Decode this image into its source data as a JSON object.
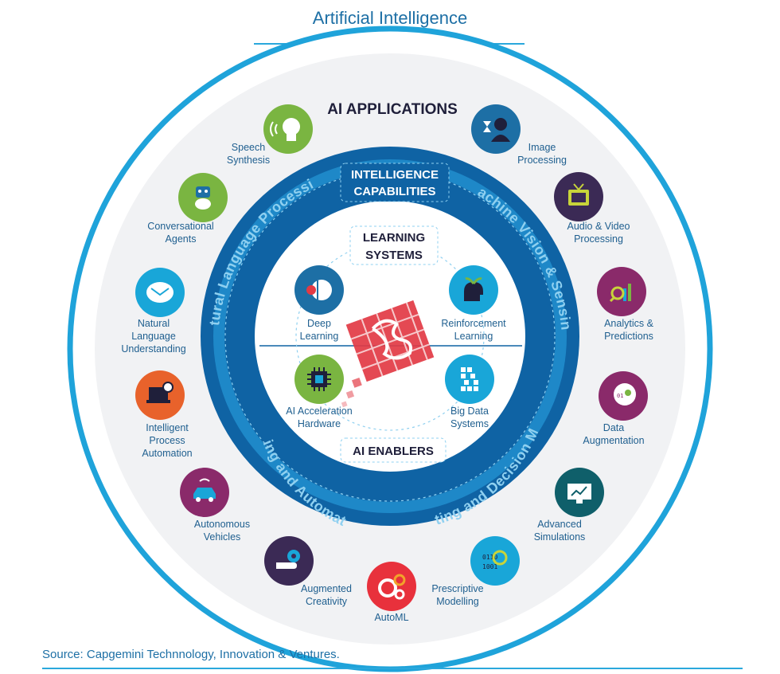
{
  "title": "Artificial Intelligence",
  "source": "Source: Capgemini Technnology, Innovation & Ventures.",
  "headers": {
    "applications": "AI APPLICATIONS",
    "capabilities": [
      "INTELLIGENCE",
      "CAPABILITIES"
    ],
    "learning": [
      "LEARNING",
      "SYSTEMS"
    ],
    "enablers": "AI ENABLERS"
  },
  "capabilities": {
    "nlp": "Natural Language Processing",
    "vision": "Machine Vision & Sensing",
    "acting": "Acting and Automating",
    "predicting": "Predicting and Decision Making"
  },
  "core": [
    {
      "key": "deep",
      "lines": [
        "Deep",
        "Learning"
      ],
      "icon": "brain-gear-icon",
      "color": "#1d6fa5"
    },
    {
      "key": "reinforcement",
      "lines": [
        "Reinforcement",
        "Learning"
      ],
      "icon": "head-plant-icon",
      "color": "#19a6d8"
    },
    {
      "key": "acceleration",
      "lines": [
        "AI Acceleration",
        "Hardware"
      ],
      "icon": "chip-icon",
      "color": "#7ab541"
    },
    {
      "key": "bigdata",
      "lines": [
        "Big Data",
        "Systems"
      ],
      "icon": "data-blocks-icon",
      "color": "#19a6d8"
    }
  ],
  "applications": [
    {
      "key": "speech",
      "lines": [
        "Speech",
        "Synthesis"
      ],
      "icon": "speaking-head-icon",
      "color": "#7ab541"
    },
    {
      "key": "image",
      "lines": [
        "Image",
        "Processing"
      ],
      "icon": "person-hourglass-icon",
      "color": "#1d6fa5"
    },
    {
      "key": "conversational",
      "lines": [
        "Conversational",
        "Agents"
      ],
      "icon": "robot-icon",
      "color": "#7ab541"
    },
    {
      "key": "audio",
      "lines": [
        "Audio & Video",
        "Processing"
      ],
      "icon": "tv-icon",
      "color": "#3b2a55"
    },
    {
      "key": "nlu",
      "lines": [
        "Natural",
        "Language",
        "Understanding"
      ],
      "icon": "envelope-icon",
      "color": "#19a6d8"
    },
    {
      "key": "analytics",
      "lines": [
        "Analytics &",
        "Predictions"
      ],
      "icon": "magnifier-chart-icon",
      "color": "#8a2a6a"
    },
    {
      "key": "ipa",
      "lines": [
        "Intelligent",
        "Process",
        "Automation"
      ],
      "icon": "laptop-gear-icon",
      "color": "#e8622b"
    },
    {
      "key": "augmentation",
      "lines": [
        "Data",
        "Augmentation"
      ],
      "icon": "head-binary-icon",
      "color": "#8a2a6a"
    },
    {
      "key": "autonomous",
      "lines": [
        "Autonomous",
        "Vehicles"
      ],
      "icon": "car-icon",
      "color": "#8a2a6a"
    },
    {
      "key": "simulations",
      "lines": [
        "Advanced",
        "Simulations"
      ],
      "icon": "monitor-graph-icon",
      "color": "#0f5f6a"
    },
    {
      "key": "creativity",
      "lines": [
        "Augmented",
        "Creativity"
      ],
      "icon": "hand-gear-icon",
      "color": "#3b2a55"
    },
    {
      "key": "prescriptive",
      "lines": [
        "Prescriptive",
        "Modelling"
      ],
      "icon": "binary-magnifier-icon",
      "color": "#19a6d8"
    },
    {
      "key": "automl",
      "lines": [
        "AutoML"
      ],
      "icon": "gears-icon",
      "color": "#e8313c"
    }
  ],
  "colors": {
    "outer_ring": "#1fa3da",
    "capability_ring": "#0f63a4",
    "learning_ring": "#1e88c8",
    "logo": "#e23a44"
  }
}
